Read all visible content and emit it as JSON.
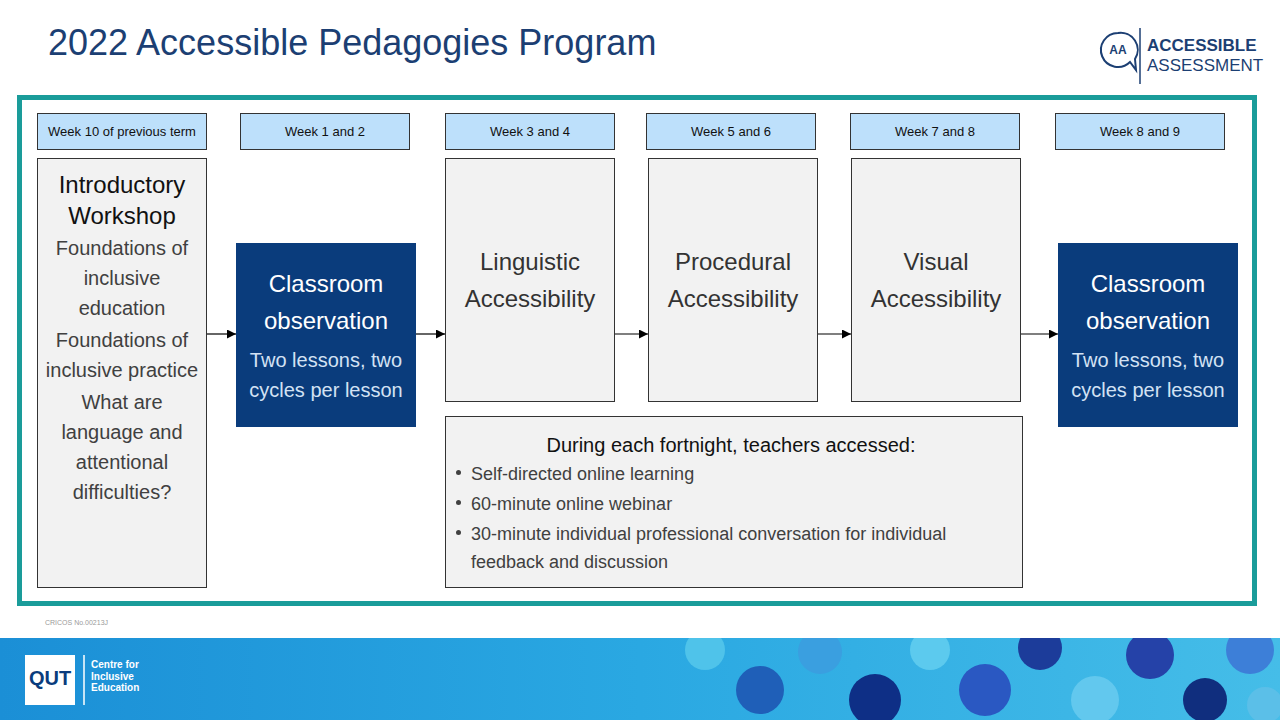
{
  "diagram": {
    "title": "2022 Accessible Pedagogies Program",
    "nodes": [
      {
        "text": [
          "Week 10 of previous term"
        ]
      },
      {
        "text": [
          "Week 1 and 2"
        ]
      },
      {
        "text": [
          "Week 3 and 4"
        ]
      },
      {
        "text": [
          "Week 5 and 6"
        ]
      },
      {
        "text": [
          "Week 7 and 8"
        ]
      },
      {
        "text": [
          "Week 8 and 9"
        ]
      },
      {
        "text": [
          "Introductory Workshop",
          "Foundations of inclusive education",
          "Foundations of inclusive practice",
          "What are language and attentional difficulties?"
        ]
      },
      {
        "text": [
          "Classroom observation",
          "Two lessons, two cycles per lesson"
        ]
      },
      {
        "text": [
          "Linguistic Accessibility"
        ]
      },
      {
        "text": [
          "Procedural Accessibility"
        ]
      },
      {
        "text": [
          "Visual Accessibility"
        ]
      },
      {
        "text": [
          "Classroom observation",
          "Two lessons, two cycles per lesson"
        ]
      },
      {
        "text": [
          "During each fortnight, teachers accessed:",
          "Self-directed online learning",
          "60-minute online webinar",
          "30-minute individual professional conversation for individual feedback and discussion"
        ]
      }
    ],
    "edges": [
      {
        "from": 6,
        "to": 7,
        "arrow": "to"
      },
      {
        "from": 7,
        "to": 8,
        "arrow": "to"
      },
      {
        "from": 8,
        "to": 9,
        "arrow": "to"
      },
      {
        "from": 9,
        "to": 10,
        "arrow": "to"
      },
      {
        "from": 10,
        "to": 11,
        "arrow": "to"
      }
    ],
    "labels": [
      "AA",
      "ACCESSIBLE",
      "ASSESSMENT",
      "CRICOS No.00213J",
      "QUT",
      "Centre for Inclusive Education"
    ]
  }
}
